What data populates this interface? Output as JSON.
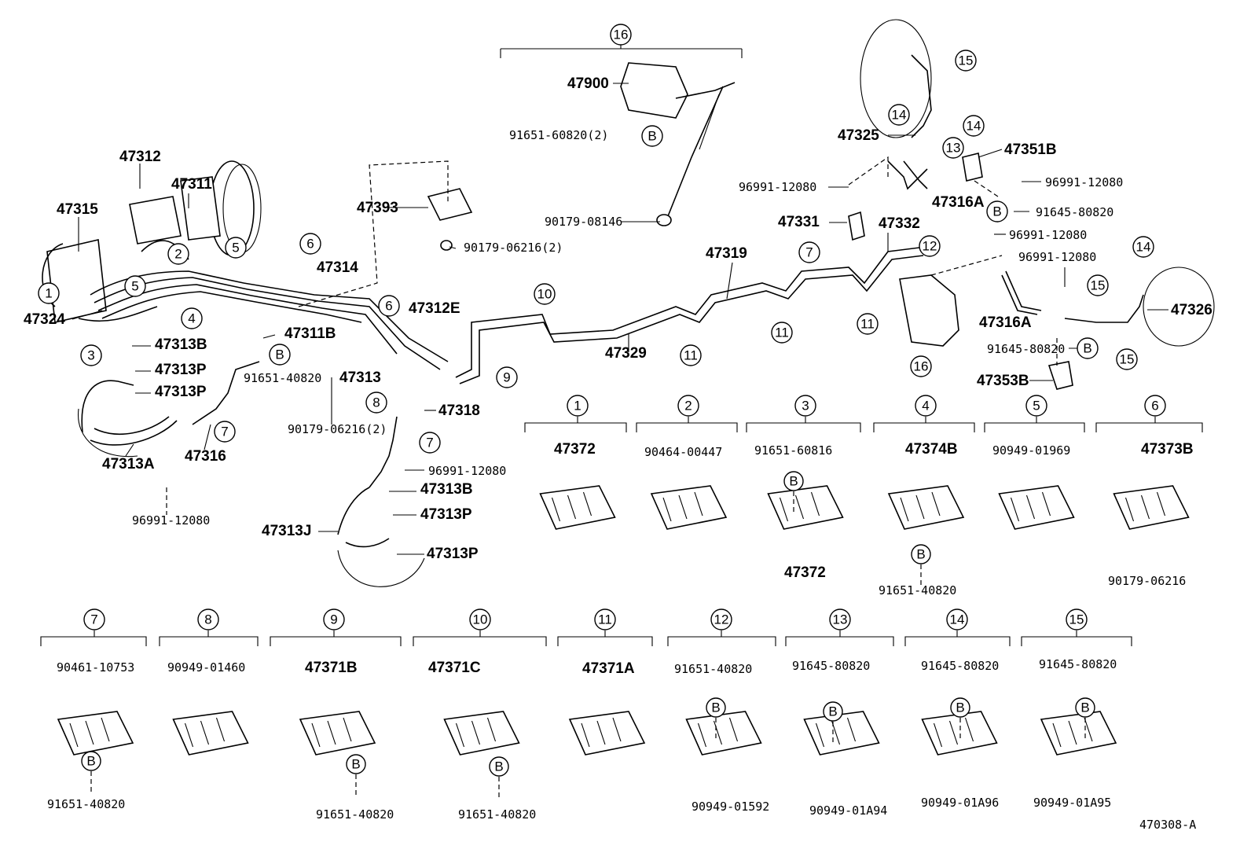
{
  "diagram": {
    "drawing_code": "470308-A",
    "callout_b": "B",
    "main_labels": {
      "p47312": "47312",
      "p47311": "47311",
      "p47315": "47315",
      "p47324": "47324",
      "p47313B_a": "47313B",
      "p47313P_a": "47313P",
      "p47313P_b": "47313P",
      "p47313A": "47313A",
      "p47316": "47316",
      "p96991_a": "96991-12080",
      "p47311B": "47311B",
      "p91651_40820_a": "91651-40820",
      "p47314": "47314",
      "p47313": "47313",
      "p47312E": "47312E",
      "p47393": "47393",
      "p90179_06216_2a": "90179-06216(2)",
      "p90179_06216_2b": "90179-06216(2)",
      "p47318": "47318",
      "p96991_b": "96991-12080",
      "p47313B_b": "47313B",
      "p47313P_c": "47313P",
      "p47313P_d": "47313P",
      "p47313J": "47313J",
      "p47900": "47900",
      "p91651_60820_2": "91651-60820(2)",
      "p90179_08146": "90179-08146",
      "p47329": "47329",
      "p47319": "47319",
      "p47325": "47325",
      "p47351B": "47351B",
      "p96991_c": "96991-12080",
      "p96991_d": "96991-12080",
      "p47316A_a": "47316A",
      "p91645_80820_a": "91645-80820",
      "p47331": "47331",
      "p47332": "47332",
      "p96991_e": "96991-12080",
      "p96991_f": "96991-12080",
      "p47316A_b": "47316A",
      "p47326": "47326",
      "p91645_80820_b": "91645-80820",
      "p47353B": "47353B"
    },
    "callouts": {
      "n1": "1",
      "n2": "2",
      "n3": "3",
      "n4": "4",
      "n5a": "5",
      "n5b": "5",
      "n6a": "6",
      "n6b": "6",
      "n7a": "7",
      "n7b": "7",
      "n7c": "7",
      "n8": "8",
      "n9": "9",
      "n10": "10",
      "n11a": "11",
      "n11b": "11",
      "n11c": "11",
      "n12": "12",
      "n13": "13",
      "n14a": "14",
      "n14b": "14",
      "n14c": "14",
      "n15a": "15",
      "n15b": "15",
      "n15c": "15",
      "n16a": "16",
      "n16b": "16"
    },
    "detail_panels": [
      {
        "num": "1",
        "parts": [
          "47372"
        ]
      },
      {
        "num": "2",
        "parts": [
          "90464-00447"
        ]
      },
      {
        "num": "3",
        "parts": [
          "91651-60816",
          "47372"
        ]
      },
      {
        "num": "4",
        "parts": [
          "47374B",
          "91651-40820"
        ]
      },
      {
        "num": "5",
        "parts": [
          "90949-01969"
        ]
      },
      {
        "num": "6",
        "parts": [
          "47373B",
          "90179-06216"
        ]
      },
      {
        "num": "7",
        "parts": [
          "90461-10753",
          "91651-40820"
        ]
      },
      {
        "num": "8",
        "parts": [
          "90949-01460"
        ]
      },
      {
        "num": "9",
        "parts": [
          "47371B",
          "91651-40820"
        ]
      },
      {
        "num": "10",
        "parts": [
          "47371C",
          "91651-40820"
        ]
      },
      {
        "num": "11",
        "parts": [
          "47371A"
        ]
      },
      {
        "num": "12",
        "parts": [
          "91651-40820",
          "90949-01592"
        ]
      },
      {
        "num": "13",
        "parts": [
          "91645-80820",
          "90949-01A94"
        ]
      },
      {
        "num": "14",
        "parts": [
          "91645-80820",
          "90949-01A96"
        ]
      },
      {
        "num": "15",
        "parts": [
          "91645-80820",
          "90949-01A95"
        ]
      }
    ]
  }
}
